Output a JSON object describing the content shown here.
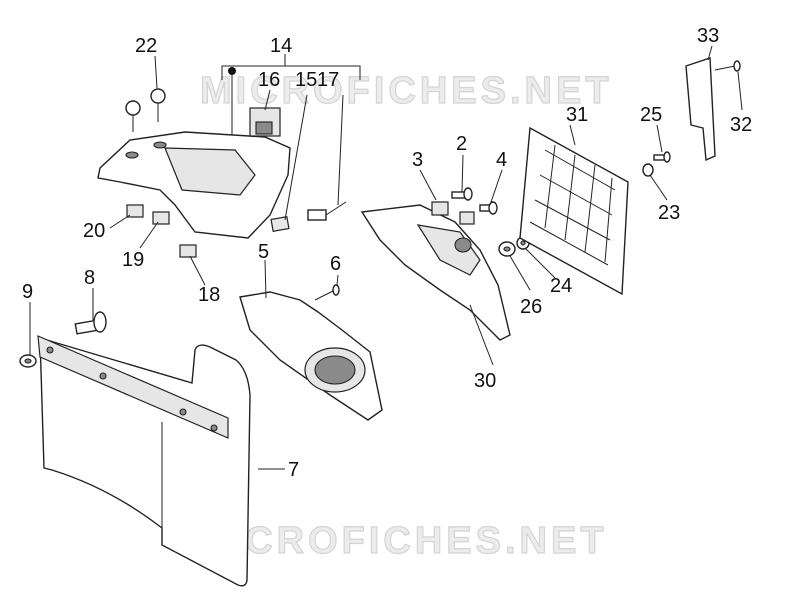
{
  "watermark": "MICROFICHES.NET",
  "callouts": {
    "c3": "3",
    "c2": "2",
    "c4": "4",
    "c5": "5",
    "c6": "6",
    "c7": "7",
    "c8": "8",
    "c9": "9",
    "c14": "14",
    "c15": "15",
    "c16": "16",
    "c17": "17",
    "c18": "18",
    "c19": "19",
    "c20": "20",
    "c22": "22",
    "c23": "23",
    "c24": "24",
    "c25": "25",
    "c26": "26",
    "c30": "30",
    "c31": "31",
    "c32": "32",
    "c33": "33"
  }
}
